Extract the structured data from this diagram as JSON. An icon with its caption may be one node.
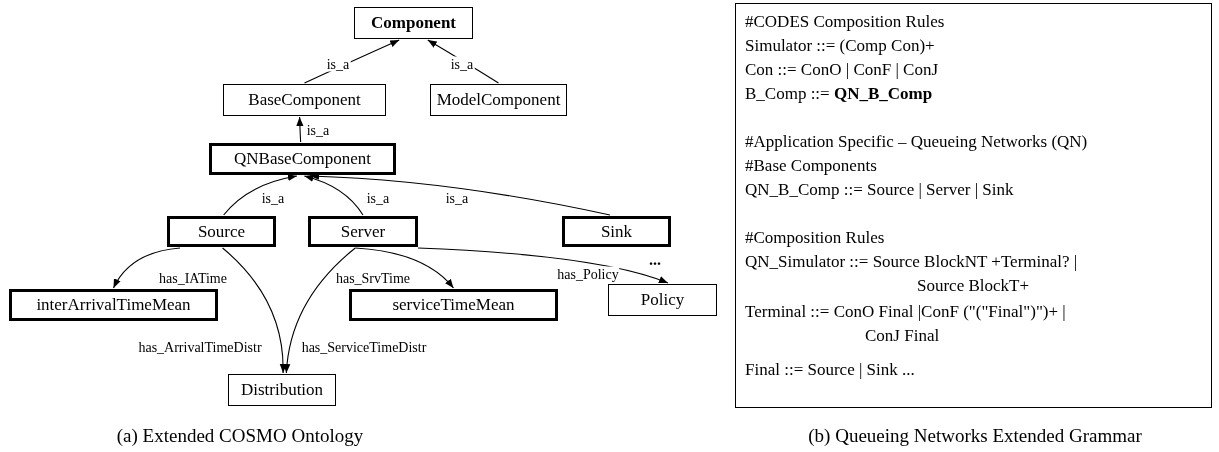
{
  "diagram": {
    "nodes": [
      {
        "text": [
          "Component"
        ]
      },
      {
        "text": [
          "BaseComponent"
        ]
      },
      {
        "text": [
          "ModelComponent"
        ]
      },
      {
        "text": [
          "QNBaseComponent"
        ]
      },
      {
        "text": [
          "Source"
        ]
      },
      {
        "text": [
          "Server"
        ]
      },
      {
        "text": [
          "Sink"
        ]
      },
      {
        "text": [
          "interArrivalTimeMean"
        ]
      },
      {
        "text": [
          "serviceTimeMean"
        ]
      },
      {
        "text": [
          "Policy"
        ]
      },
      {
        "text": [
          "Distribution"
        ]
      },
      {
        "text": [
          "#CODES Composition Rules",
          "Simulator ::= (Comp Con)+",
          "Con ::= ConO | ConF | ConJ",
          "B_Comp ::= **QN_B_Comp**",
          "#Application Specific – Queueing Networks (QN)",
          "#Base Components",
          "QN_B_Comp ::= Source | Server | Sink",
          "#Composition Rules",
          "QN_Simulator ::= Source BlockNT +Terminal? | Source BlockT+",
          "Terminal ::= ConO Final |ConF (\"(\"Final\")\")+ | ConJ Final",
          "Final ::= Source | Sink ..."
        ]
      }
    ],
    "edges": [
      {
        "from": 1,
        "to": 0,
        "arrow": "to",
        "label": "is_a"
      },
      {
        "from": 2,
        "to": 0,
        "arrow": "to",
        "label": "is_a"
      },
      {
        "from": 3,
        "to": 1,
        "arrow": "to",
        "label": "is_a"
      },
      {
        "from": 4,
        "to": 3,
        "arrow": "to",
        "label": "is_a"
      },
      {
        "from": 5,
        "to": 3,
        "arrow": "to",
        "label": "is_a"
      },
      {
        "from": 6,
        "to": 3,
        "arrow": "to",
        "label": "is_a"
      },
      {
        "from": 4,
        "to": 7,
        "arrow": "to",
        "label": "has_IATime"
      },
      {
        "from": 4,
        "to": 10,
        "arrow": "to",
        "label": "has_ArrivalTimeDistr"
      },
      {
        "from": 5,
        "to": 8,
        "arrow": "to",
        "label": "has_SrvTime"
      },
      {
        "from": 5,
        "to": 10,
        "arrow": "to",
        "label": "has_ServiceTimeDistr"
      },
      {
        "from": 5,
        "to": 9,
        "arrow": "to",
        "label": "has_Policy"
      }
    ],
    "labels": [
      "...",
      "(a) Extended COSMO Ontology",
      "(b) Queueing Networks Extended Grammar"
    ]
  }
}
